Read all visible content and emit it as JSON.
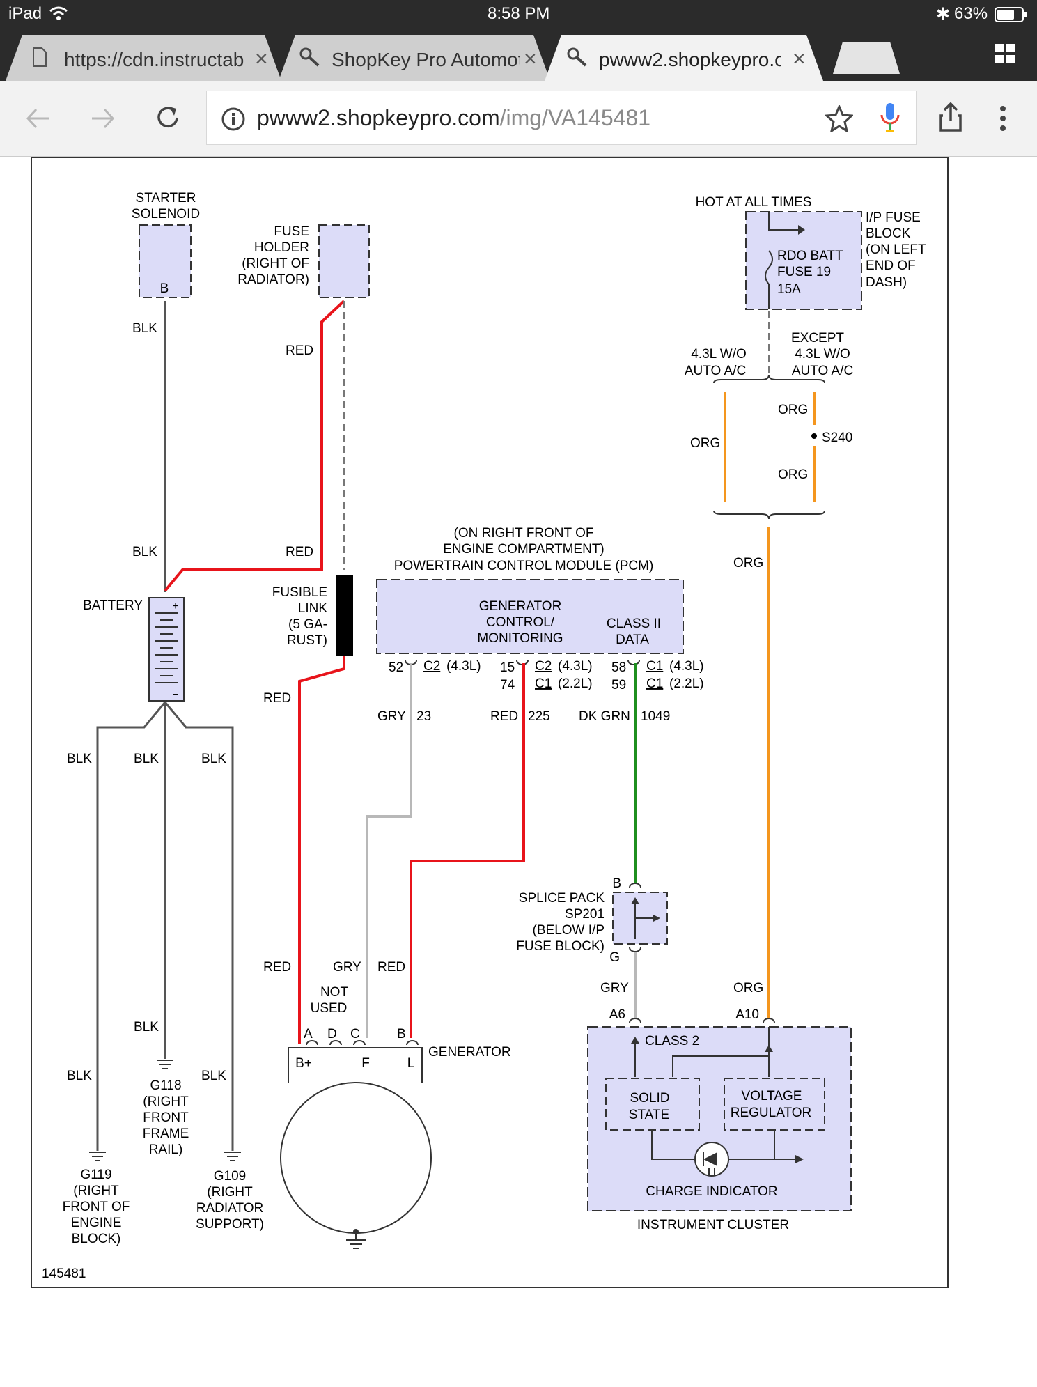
{
  "status_bar": {
    "device": "iPad",
    "time": "8:58 PM",
    "battery": "63%"
  },
  "tabs": [
    {
      "title": "https://cdn.instructab",
      "active": false
    },
    {
      "title": "ShopKey Pro Automot",
      "active": false
    },
    {
      "title": "pwww2.shopkeypro.c",
      "active": true
    }
  ],
  "url": {
    "host": "pwww2.shopkeypro.com",
    "path": "/img/VA145481"
  },
  "colors": {
    "red_wire": "#e8141b",
    "org_wire": "#f4961e",
    "grn_wire": "#1f8f1f",
    "gry_wire": "#b8b8b8",
    "component_fill": "#dcdcf8"
  },
  "diagram": {
    "starter": {
      "l1": "STARTER",
      "l2": "SOLENOID",
      "pin": "B"
    },
    "fuse_holder": {
      "l1": "FUSE",
      "l2": "HOLDER",
      "l3": "(RIGHT OF",
      "l4": "RADIATOR)"
    },
    "hot": "HOT AT ALL TIMES",
    "ip_fuse": {
      "l1": "I/P FUSE",
      "l2": "BLOCK",
      "l3": "(ON LEFT",
      "l4": "END OF",
      "l5": "DASH)"
    },
    "rdo": {
      "l1": "RDO BATT",
      "l2": "FUSE 19",
      "l3": "15A"
    },
    "except": {
      "l1": "EXCEPT",
      "l2": "4.3L W/O",
      "l3": "AUTO A/C"
    },
    "wo": {
      "l1": "4.3L W/O",
      "l2": "AUTO A/C"
    },
    "splice": "S240",
    "pcm": {
      "l1": "(ON RIGHT FRONT OF",
      "l2": "ENGINE COMPARTMENT)",
      "l3": "POWERTRAIN CONTROL MODULE (PCM)",
      "gen1": "GENERATOR",
      "gen2": "CONTROL/",
      "gen3": "MONITORING",
      "cls1": "CLASS II",
      "cls2": "DATA"
    },
    "pins": {
      "p52": "52",
      "c2a": "C2",
      "a43": "(4.3L)",
      "p15": "15",
      "p74": "74",
      "c2b": "C2",
      "b43": "(4.3L)",
      "c1b": "C1",
      "b22": "(2.2L)",
      "p58": "58",
      "p59": "59",
      "c1c": "C1",
      "c43": "(4.3L)",
      "c1d": "C1",
      "c22": "(2.2L)"
    },
    "circuits": {
      "gry23": "GRY",
      "n23": "23",
      "red225": "RED",
      "n225": "225",
      "dkgrn": "DK GRN",
      "n1049": "1049"
    },
    "battery": "BATTERY",
    "fusible": {
      "l1": "FUSIBLE",
      "l2": "LINK",
      "l3": "(5 GA-",
      "l4": "RUST)"
    },
    "wires": {
      "blk": "BLK",
      "red": "RED",
      "org": "ORG",
      "gry": "GRY"
    },
    "grounds": {
      "g119": {
        "l1": "G119",
        "l2": "(RIGHT",
        "l3": "FRONT OF",
        "l4": "ENGINE",
        "l5": "BLOCK)"
      },
      "g118": {
        "l1": "G118",
        "l2": "(RIGHT",
        "l3": "FRONT",
        "l4": "FRAME",
        "l5": "RAIL)"
      },
      "g109": {
        "l1": "G109",
        "l2": "(RIGHT",
        "l3": "RADIATOR",
        "l4": "SUPPORT)"
      }
    },
    "generator": {
      "label": "GENERATOR",
      "not_used1": "NOT",
      "not_used2": "USED",
      "pA": "A",
      "pD": "D",
      "pC": "C",
      "pB": "B",
      "bplus": "B+",
      "f": "F",
      "l": "L"
    },
    "sp201": {
      "l1": "SPLICE PACK",
      "l2": "SP201",
      "l3": "(BELOW I/P",
      "l4": "FUSE BLOCK)",
      "b": "B",
      "g": "G"
    },
    "cluster": {
      "a6": "A6",
      "a10": "A10",
      "class2": "CLASS 2",
      "solid1": "SOLID",
      "solid2": "STATE",
      "vr1": "VOLTAGE",
      "vr2": "REGULATOR",
      "charge": "CHARGE INDICATOR",
      "label": "INSTRUMENT CLUSTER"
    },
    "figure": "145481"
  }
}
